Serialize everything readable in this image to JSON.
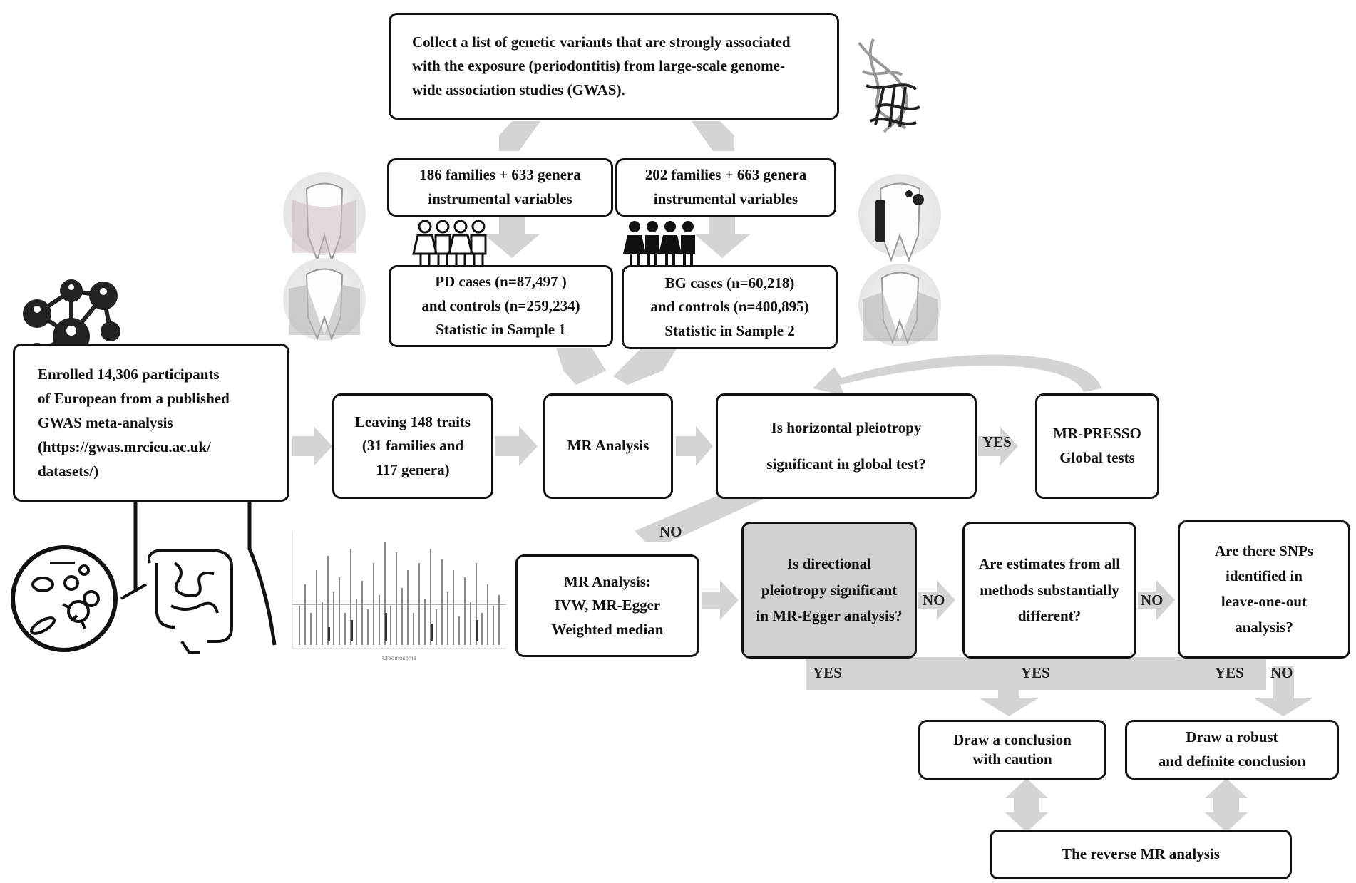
{
  "diagram": {
    "boxes": {
      "collect": "Collect a list of genetic variants that are strongly associated\nwith the exposure (periodontitis) from large-scale genome-\nwide association studies (GWAS).",
      "iv_left": "186 families + 633 genera\ninstrumental variables",
      "iv_right": "202 families + 663 genera\ninstrumental variables",
      "pd_cases": "PD cases (n=87,497 )\nand controls (n=259,234)\nStatistic in Sample 1",
      "bg_cases": "BG cases (n=60,218)\nand controls (n=400,895)\nStatistic in Sample 2",
      "enrolled": "Enrolled 14,306 participants\nof European from a published\nGWAS meta-analysis\n(https://gwas.mrcieu.ac.uk/\ndatasets/)",
      "leaving": "Leaving 148 traits\n(31 families and\n117 genera)",
      "mr_analysis": "MR Analysis",
      "horizontal": "Is horizontal pleiotropy\n\nsignificant in global test?",
      "mr_presso": "MR-PRESSO\nGlobal tests",
      "mr_methods": "MR Analysis:\nIVW, MR-Egger\nWeighted median",
      "directional": "Is directional\npleiotropy significant\nin MR-Egger analysis?",
      "estimates": "Are estimates from all\nmethods substantially\ndifferent?",
      "snps": "Are there SNPs\nidentified in\nleave-one-out\nanalysis?",
      "caution": "Draw a conclusion\nwith caution",
      "robust": "Draw a robust\nand definite conclusion",
      "reverse": "The reverse MR analysis"
    },
    "labels": {
      "yes_presso": "YES",
      "no_methods": "NO",
      "no_directional": "NO",
      "no_estimates": "NO",
      "yes_directional": "YES",
      "yes_estimates": "YES",
      "yes_snps": "YES",
      "no_snps": "NO"
    },
    "manhattan_xlabel": "Chromosome",
    "colors": {
      "arrow": "#d4d4d4",
      "border": "#111111",
      "highlight_fill": "#d0d0d0"
    },
    "icons": [
      "dna-icon",
      "healthy-tooth-icon",
      "periodontal-tooth-icon",
      "people-icon",
      "network-icon",
      "microbe-icon",
      "intestine-icon",
      "manhattan-plot-image"
    ]
  }
}
